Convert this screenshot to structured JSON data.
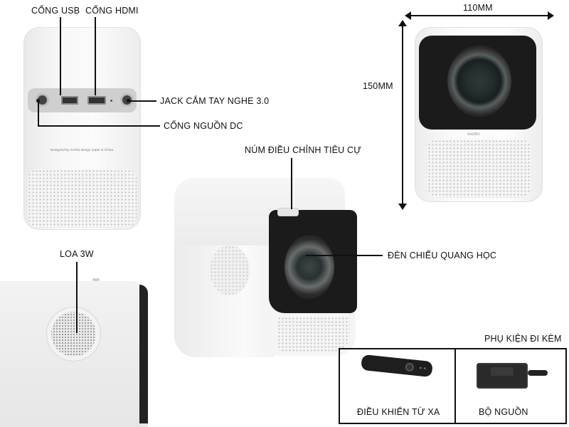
{
  "labels": {
    "usb_port": "CỔNG USB",
    "hdmi_port": "CỔNG HDMI",
    "headphone_jack": "JACK CẮM TAY NGHE 3.0",
    "dc_power_port": "CỔNG NGUỒN DC",
    "focus_knob": "NÚM ĐIỀU CHỈNH TIÊU CỰ",
    "optical_lens": "ĐÈN CHIẾU QUANG HỌC",
    "speaker": "LOA 3W",
    "width_dim": "110MM",
    "height_dim": "150MM"
  },
  "device_text": {
    "back_small_print": "Designed by Gorilla design made in China",
    "brand_mark": "wanbo"
  },
  "accessories": {
    "title": "PHỤ KIỆN ĐI KÈM",
    "items": [
      {
        "name": "ĐIỀU KHIỂN TỪ XA"
      },
      {
        "name": "BỘ NGUỒN"
      }
    ]
  }
}
